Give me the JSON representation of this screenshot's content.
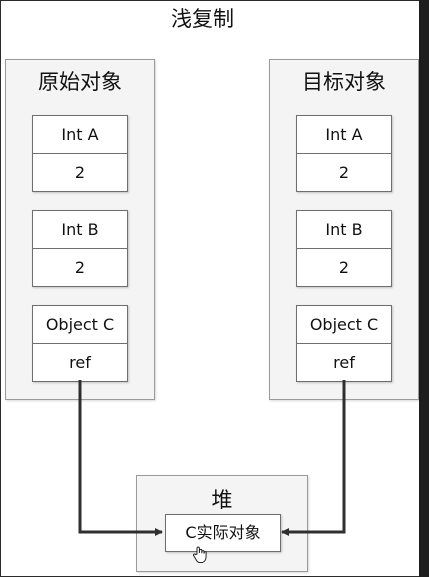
{
  "title": "浅复制",
  "source": {
    "title": "原始对象",
    "fields": [
      {
        "name": "Int A",
        "value": "2"
      },
      {
        "name": "Int B",
        "value": "2"
      },
      {
        "name": "Object C",
        "value": "ref"
      }
    ]
  },
  "target": {
    "title": "目标对象",
    "fields": [
      {
        "name": "Int A",
        "value": "2"
      },
      {
        "name": "Int B",
        "value": "2"
      },
      {
        "name": "Object C",
        "value": "ref"
      }
    ]
  },
  "heap": {
    "title": "堆",
    "object_label": "C实际对象"
  },
  "colors": {
    "arrow": "#2f2f2f",
    "panel": "#f4f4f4",
    "border": "#6e6e6e"
  },
  "icons": [
    "hand-cursor-icon"
  ]
}
